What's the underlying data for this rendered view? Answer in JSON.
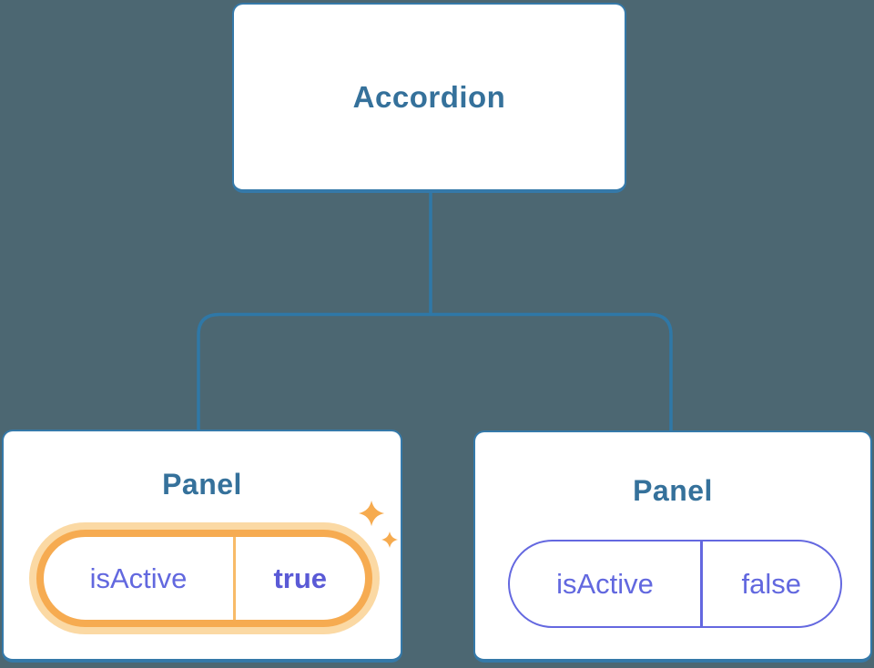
{
  "diagram": {
    "background_color": "#4c6772",
    "connector_color": "#2f78a7",
    "node_border_color": "#3579a9",
    "node_title_color": "#35719b",
    "root": {
      "label": "Accordion"
    },
    "panels": [
      {
        "label": "Panel",
        "state": {
          "key": "isActive",
          "value": "true"
        },
        "highlighted": true,
        "highlight_ring_color": "#f6ab51",
        "highlight_glow_color": "#fbd9a4",
        "icon": "sparkles-icon",
        "sparkle_color": "#f6ab4f"
      },
      {
        "label": "Panel",
        "state": {
          "key": "isActive",
          "value": "false"
        },
        "highlighted": false,
        "pill_border_color": "#6468e0"
      }
    ],
    "state_key_color": "#6268df",
    "state_value_bold_color": "#5a5ad6"
  }
}
